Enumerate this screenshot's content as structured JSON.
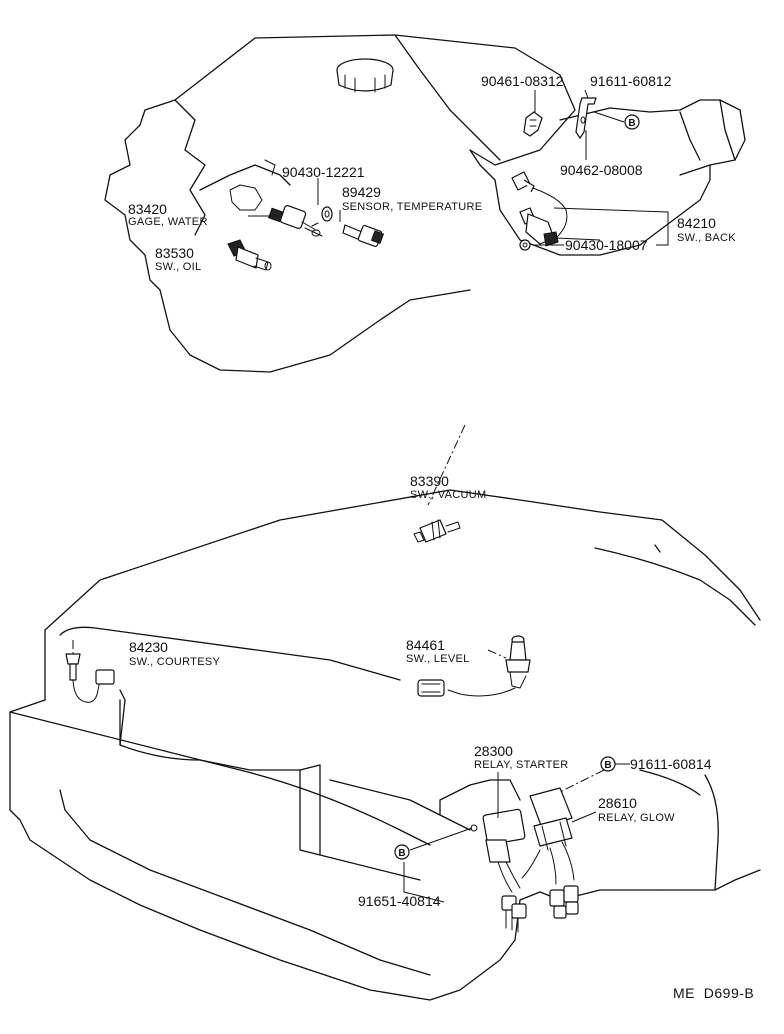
{
  "parts": {
    "p83420": {
      "number": "83420",
      "name": "GAGE, WATER"
    },
    "p83530": {
      "number": "83530",
      "name": "SW., OIL"
    },
    "p90430_12221": {
      "number": "90430-12221"
    },
    "p89429": {
      "number": "89429",
      "name": "SENSOR, TEMPERATURE"
    },
    "p90461": {
      "number": "90461-08312"
    },
    "p91611_60812": {
      "number": "91611-60812"
    },
    "p90462": {
      "number": "90462-08008"
    },
    "p84210": {
      "number": "84210",
      "name": "SW., BACK"
    },
    "p90430_18007": {
      "number": "90430-18007"
    },
    "p83390": {
      "number": "83390",
      "name": "SW., VACUUM"
    },
    "p84230": {
      "number": "84230",
      "name": "SW., COURTESY"
    },
    "p84461": {
      "number": "84461",
      "name": "SW., LEVEL"
    },
    "p28300": {
      "number": "28300",
      "name": "RELAY, STARTER"
    },
    "p91611_60814": {
      "number": "91611-60814"
    },
    "p28610": {
      "number": "28610",
      "name": "RELAY, GLOW"
    },
    "p91651": {
      "number": "91651-40814"
    }
  },
  "markers": {
    "b": "B"
  },
  "diagram_code": "ME  D699-B"
}
